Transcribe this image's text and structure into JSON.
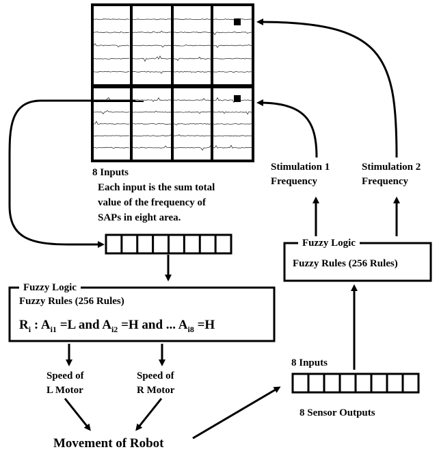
{
  "mea": {
    "inputs_label": "8 Inputs",
    "description_lines": [
      "Each input is the sum total",
      "value of the frequency of",
      "SAPs in eight area."
    ]
  },
  "stimulation": {
    "s1_line1": "Stimulation 1",
    "s1_line2": "Frequency",
    "s2_line1": "Stimulation 2",
    "s2_line2": "Frequency"
  },
  "fuzzy_left": {
    "title": "Fuzzy Logic",
    "rules": "Fuzzy Rules (256 Rules)",
    "rule_R": "R",
    "rule_i": "i",
    "rule_sep": " : ",
    "a1": "A",
    "a1_sub": "i1",
    "a1_val": " =L and ",
    "a2": "A",
    "a2_sub": "i2",
    "a2_val": " =H and ... ",
    "a8": "A",
    "a8_sub": "i8",
    "a8_val": " =H"
  },
  "fuzzy_right": {
    "title": "Fuzzy Logic",
    "rules": "Fuzzy Rules (256 Rules)"
  },
  "motors": {
    "left_line1": "Speed of",
    "left_line2": "L Motor",
    "right_line1": "Speed of",
    "right_line2": "R Motor"
  },
  "robot": {
    "movement": "Movement of Robot"
  },
  "sensors": {
    "inputs_label": "8 Inputs",
    "outputs_label": "8 Sensor Outputs"
  },
  "colors": {
    "ink": "#000000",
    "background": "#ffffff"
  }
}
